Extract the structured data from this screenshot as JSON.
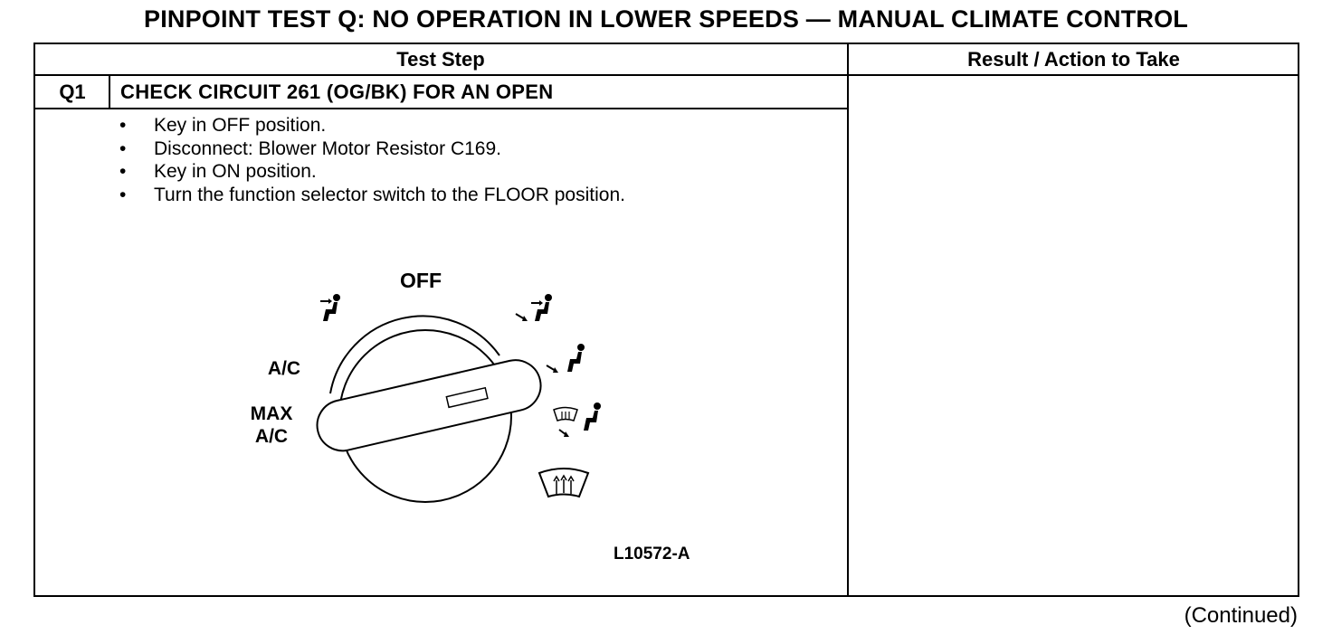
{
  "title": "PINPOINT TEST Q: NO OPERATION IN LOWER SPEEDS — MANUAL CLIMATE CONTROL",
  "table": {
    "col_test_step": "Test Step",
    "col_result": "Result / Action to Take"
  },
  "step": {
    "id": "Q1",
    "title": "CHECK CIRCUIT 261 (OG/BK) FOR AN OPEN",
    "bullets": [
      "Key in OFF position.",
      "Disconnect: Blower Motor Resistor C169.",
      "Key in ON position.",
      "Turn the function selector switch to the FLOOR position."
    ]
  },
  "figure": {
    "label_off": "OFF",
    "label_ac": "A/C",
    "label_max_line1": "MAX",
    "label_max_line2": "A/C",
    "id": "L10572-A"
  },
  "footer": {
    "continued": "(Continued)"
  }
}
